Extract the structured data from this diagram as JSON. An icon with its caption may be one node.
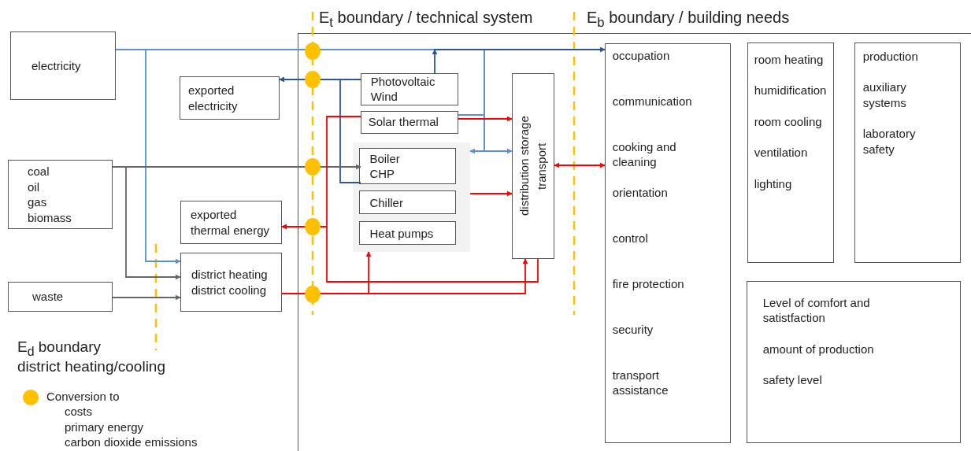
{
  "diagram": {
    "nodes": [
      {
        "text": [
          "electricity"
        ]
      },
      {
        "text": [
          "exported electricity"
        ]
      },
      {
        "text": [
          "coal",
          "oil",
          "gas",
          "biomass"
        ]
      },
      {
        "text": [
          "exported thermal energy"
        ]
      },
      {
        "text": [
          "waste"
        ]
      },
      {
        "text": [
          "district heating",
          "district cooling"
        ]
      },
      {
        "text": [],
        "shape": "box"
      },
      {
        "text": [
          "Photovoltaic",
          "Wind"
        ],
        "in": 6
      },
      {
        "text": [
          "Solar thermal"
        ],
        "in": 6
      },
      {
        "text": [],
        "shape": "box",
        "in": 6
      },
      {
        "text": [
          "Boiler",
          "CHP"
        ],
        "in": 9
      },
      {
        "text": [
          "Chiller"
        ],
        "in": 9
      },
      {
        "text": [
          "Heat pumps"
        ],
        "in": 9
      },
      {
        "text": [
          "distribution storage transport"
        ],
        "in": 6
      },
      {
        "text": [
          "occupation",
          "communication",
          "cooking and cleaning",
          "orientation",
          "control",
          "fire protection",
          "security",
          "transport assistance"
        ],
        "in": 6
      },
      {
        "text": [
          "room heating",
          "humidification",
          "room cooling",
          "ventilation",
          "lighting"
        ],
        "in": 6
      },
      {
        "text": [
          "production",
          "auxiliary systems",
          "laboratory safety"
        ],
        "in": 6
      },
      {
        "text": [
          "Level of comfort and satistfaction",
          "amount of production",
          "safety level"
        ],
        "in": 6
      }
    ],
    "edges": [
      {
        "from": 0,
        "to": 14,
        "arrow": "to",
        "color": "#5b8fd6"
      },
      {
        "from": 0,
        "to": 5,
        "arrow": "to",
        "color": "#5b8fd6"
      },
      {
        "from": 0,
        "to": 9,
        "arrow": "to",
        "color": "#5b8fd6"
      },
      {
        "from": 0,
        "to": 13,
        "arrow": "to",
        "color": "#5b8fd6"
      },
      {
        "from": 0,
        "to": 8,
        "arrow": "none",
        "color": "#5b8fd6"
      },
      {
        "from": 7,
        "to": 14,
        "arrow": "to",
        "color": "#2f5597"
      },
      {
        "from": 7,
        "to": 1,
        "arrow": "to",
        "color": "#2f5597"
      },
      {
        "from": 10,
        "to": 1,
        "arrow": "to",
        "color": "#2f5597"
      },
      {
        "from": 2,
        "to": 10,
        "arrow": "to",
        "color": "#666666"
      },
      {
        "from": 2,
        "to": 5,
        "arrow": "to",
        "color": "#666666"
      },
      {
        "from": 4,
        "to": 5,
        "arrow": "to",
        "color": "#666666"
      },
      {
        "from": 8,
        "to": 13,
        "arrow": "to"
      },
      {
        "from": 9,
        "to": 13,
        "arrow": "to"
      },
      {
        "from": 13,
        "to": 14,
        "arrow": "both"
      },
      {
        "from": 8,
        "to": 3,
        "arrow": "to"
      },
      {
        "from": 13,
        "to": 3,
        "arrow": "to"
      },
      {
        "from": 5,
        "to": 13,
        "arrow": "to"
      },
      {
        "from": 5,
        "to": 9,
        "arrow": "to"
      }
    ],
    "labels": [
      "E$_{t}$ boundary / technical system",
      "E$_{b}$ boundary / building needs",
      "E$_{d}$ boundary",
      "district heating/cooling",
      "costs",
      "primary energy",
      "carbon dioxide emissions"
    ],
    "legend": [
      {
        "text": "Conversion to",
        "color": "#ffc000"
      }
    ]
  }
}
